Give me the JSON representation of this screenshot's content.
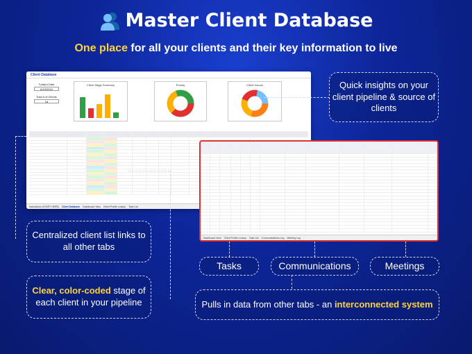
{
  "header": {
    "title": "Master Client Database",
    "subtitle_highlight": "One place",
    "subtitle_rest": " for all your clients and their key information to live",
    "users_icon": "users-icon"
  },
  "sheet": {
    "title": "Client Database",
    "kpi_today_label": "Today's Date",
    "kpi_today_value": "6/19/2024",
    "kpi_total_label": "Total # of Clients",
    "kpi_total_value": "18",
    "chart1_title": "Client Stage Summary",
    "chart2_title": "Priority",
    "chart3_title": "Client Source",
    "tabs": [
      "Instructions (START HERE)",
      "Client Database",
      "Dashboard View",
      "Client Profile Lookup",
      "Task List"
    ]
  },
  "overlay": {
    "tabs": [
      "Dashboard View",
      "Client Profile Lookup",
      "Task List",
      "Communications Log",
      "Meeting Log"
    ]
  },
  "callouts": {
    "insights": "Quick insights on your client pipeline & source of clients",
    "client_list": "Centralized client list links to all other tabs",
    "stage_highlight": "Clear, color-coded",
    "stage_rest": " stage of each client in your pipeline",
    "tasks": "Tasks",
    "communications": "Communications",
    "meetings": "Meetings",
    "pulls_rest": "Pulls in data from other tabs - an ",
    "pulls_highlight": "interconnected system"
  },
  "colors": {
    "bar1": "#2f9e44",
    "bar2": "#e03131",
    "bar3": "#fab005",
    "bar4": "#1c7ed6",
    "highlight": "#ffd43b"
  }
}
